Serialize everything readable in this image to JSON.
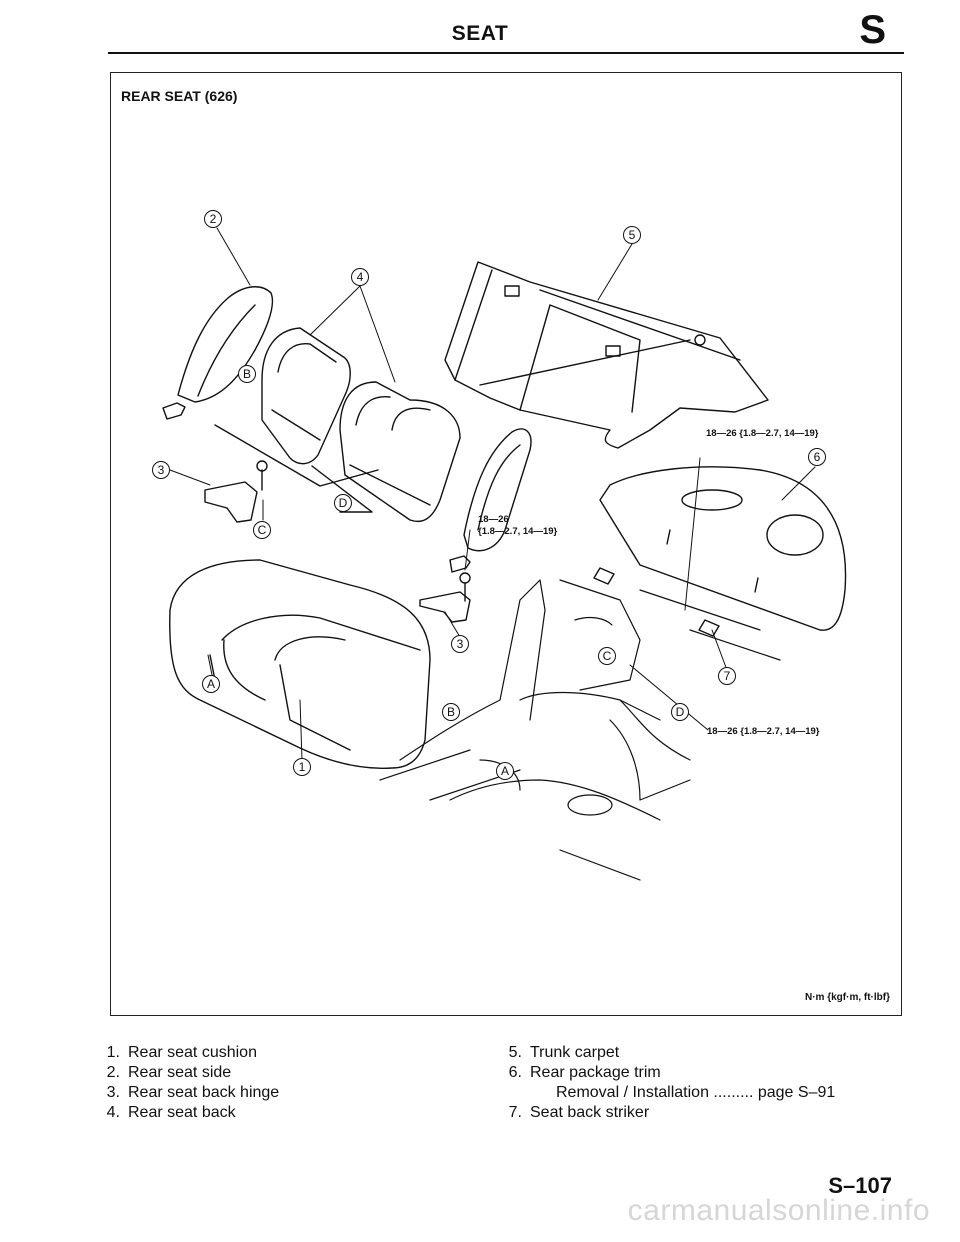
{
  "header": {
    "title": "SEAT",
    "section_letter": "S"
  },
  "diagram": {
    "title": "REAR SEAT (626)",
    "units": "N·m {kgf·m, ft·lbf}",
    "torque_specs": [
      "18—26 {1.8—2.7, 14—19}",
      "18—26",
      "{1.8—2.7, 14—19}",
      "18—26 {1.8—2.7, 14—19}"
    ],
    "callouts": [
      "1",
      "2",
      "3",
      "4",
      "5",
      "6",
      "7"
    ],
    "letter_markers": [
      "A",
      "B",
      "C",
      "D"
    ]
  },
  "legend": {
    "left": [
      {
        "num": "1.",
        "text": "Rear seat cushion"
      },
      {
        "num": "2.",
        "text": "Rear seat side"
      },
      {
        "num": "3.",
        "text": "Rear seat back hinge"
      },
      {
        "num": "4.",
        "text": "Rear seat back"
      }
    ],
    "right": [
      {
        "num": "5.",
        "text": "Trunk carpet"
      },
      {
        "num": "6.",
        "text": "Rear package trim"
      }
    ],
    "right_sub": "Removal / Installation ......... page S–91",
    "right_last": {
      "num": "7.",
      "text": "Seat back striker"
    }
  },
  "page_number": "S–107",
  "watermark": "carmanualsonline.info"
}
